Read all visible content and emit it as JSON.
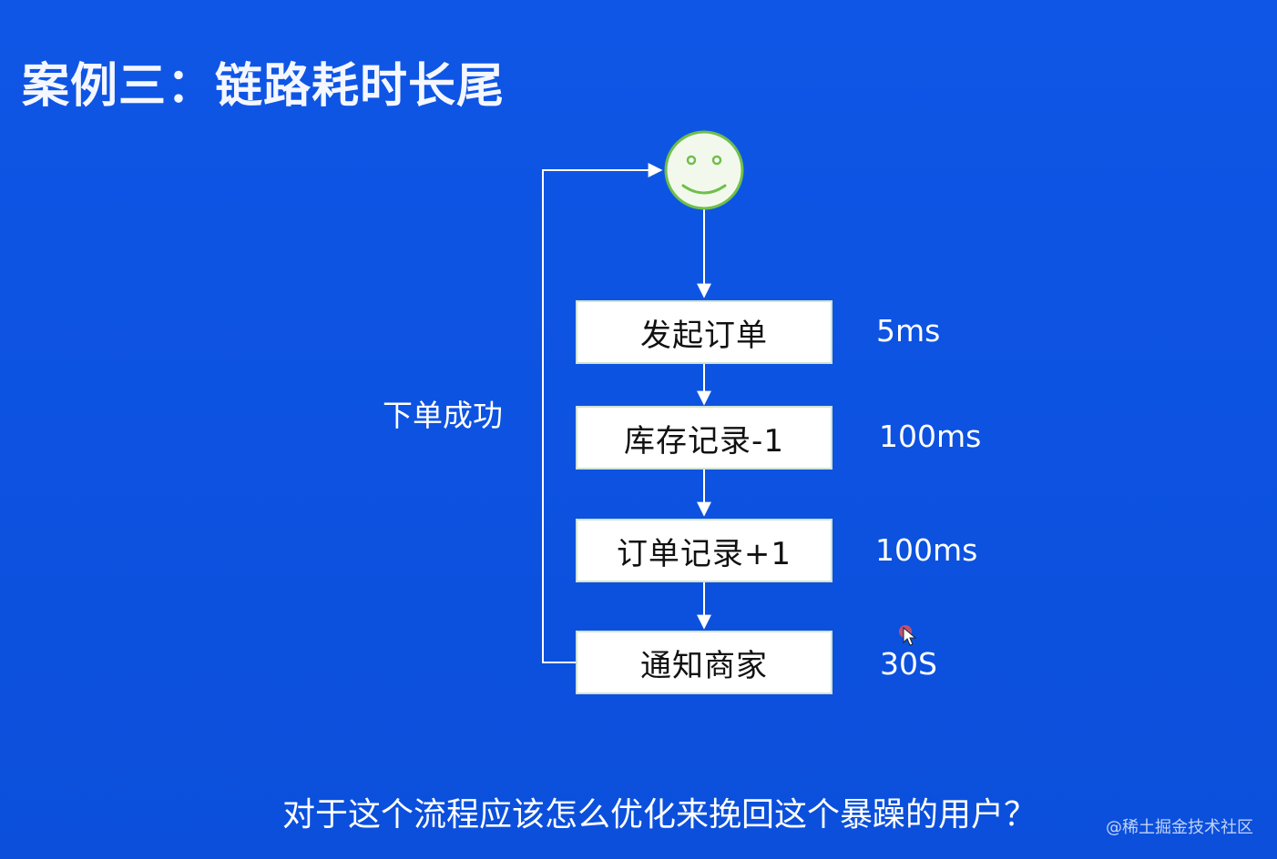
{
  "title": "案例三：链路耗时长尾",
  "user_icon": "smiley-face-icon",
  "loop_label": "下单成功",
  "steps": [
    {
      "label": "发起订单",
      "time": "5ms"
    },
    {
      "label": "库存记录-1",
      "time": "100ms"
    },
    {
      "label": "订单记录+1",
      "time": "100ms"
    },
    {
      "label": "通知商家",
      "time": "30S"
    }
  ],
  "question": "对于这个流程应该怎么优化来挽回这个暴躁的用户？",
  "watermark": "@稀土掘金技术社区",
  "colors": {
    "background": "#0d52e0",
    "box": "#ffffff",
    "line": "#ffffff",
    "smiley_fill": "#f2f9ec",
    "smiley_stroke": "#6fbf4a"
  }
}
